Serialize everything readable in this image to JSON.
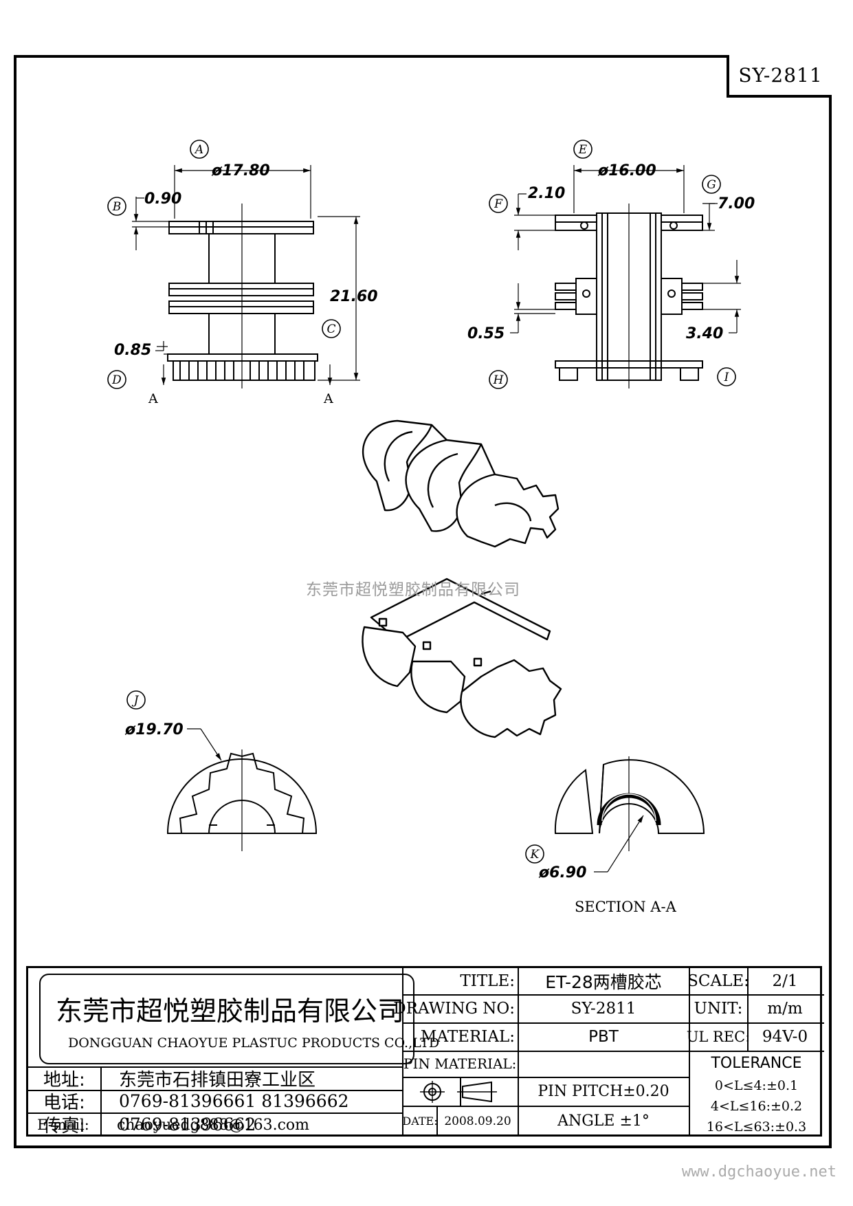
{
  "drawing_code": "SY-2811",
  "watermark": "东莞市超悦塑胶制品有限公司",
  "website": "www.dgchaoyue.net",
  "section_label": "SECTION  A-A",
  "section_marker": "A",
  "balloons": [
    "A",
    "B",
    "C",
    "D",
    "E",
    "F",
    "G",
    "H",
    "I",
    "J",
    "K"
  ],
  "dimensions": {
    "a": "ø17.80",
    "b": "0.90",
    "c": "21.60",
    "d": "0.85",
    "e": "ø16.00",
    "f": "2.10",
    "g": "7.00",
    "h": "0.55",
    "i": "3.40",
    "j": "ø19.70",
    "k": "ø6.90"
  },
  "title_block": {
    "company_cn": "东莞市超悦塑胶制品有限公司",
    "company_en": "DONGGUAN CHAOYUE PLASTUC PRODUCTS CO.,LTD",
    "address_label": "地址:",
    "address": "东莞市石排镇田寮工业区",
    "phone_label": "电话:",
    "phone": "0769-81396661   81396662",
    "fax_label": "传真:",
    "fax": "0769-81396662",
    "email_label": "E-mail:",
    "email": "chaoyuedg888@163.com",
    "title_label": "TITLE:",
    "title": "ET-28两槽胶芯",
    "drawing_no_label": "DRAWING NO:",
    "drawing_no": "SY-2811",
    "material_label": "MATERIAL:",
    "material": "PBT",
    "pin_material_label": "PIN MATERIAL:",
    "pin_material": "",
    "date_label": "DATE:",
    "date": "2008.09.20",
    "scale_label": "SCALE:",
    "scale": "2/1",
    "unit_label": "UNIT:",
    "unit": "m/m",
    "ul_label": "UL REC:",
    "ul": "94V-0",
    "tolerance_label": "TOLERANCE",
    "pin_pitch": "PIN PITCH±0.20",
    "angle": "ANGLE  ±1°",
    "tol1": "0<L≤4:±0.1",
    "tol2": "4<L≤16:±0.2",
    "tol3": "16<L≤63:±0.3"
  }
}
